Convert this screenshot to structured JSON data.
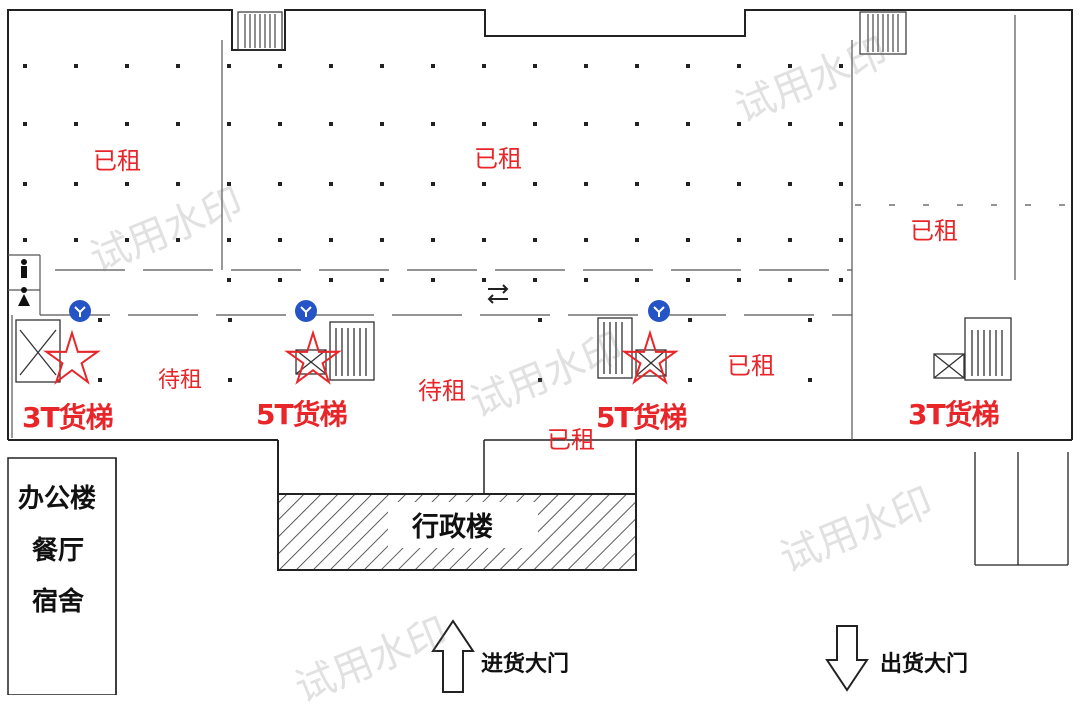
{
  "units": {
    "rented_1": "已租",
    "rented_2": "已租",
    "rented_3": "已租",
    "rented_4": "已租",
    "rented_5": "已租",
    "vacant_1": "待租",
    "vacant_2": "待租"
  },
  "elevators": {
    "e1": "3T货梯",
    "e2": "5T货梯",
    "e3": "5T货梯",
    "e4": "3T货梯"
  },
  "buildings": {
    "office": "办公楼",
    "canteen": "餐厅",
    "dorm": "宿舍",
    "admin": "行政楼"
  },
  "gates": {
    "in": "进货大门",
    "out": "出货大门"
  },
  "watermark": "试用水印",
  "colors": {
    "highlight": "#e8262a",
    "marker": "#2554c7",
    "walls": "#222222"
  }
}
